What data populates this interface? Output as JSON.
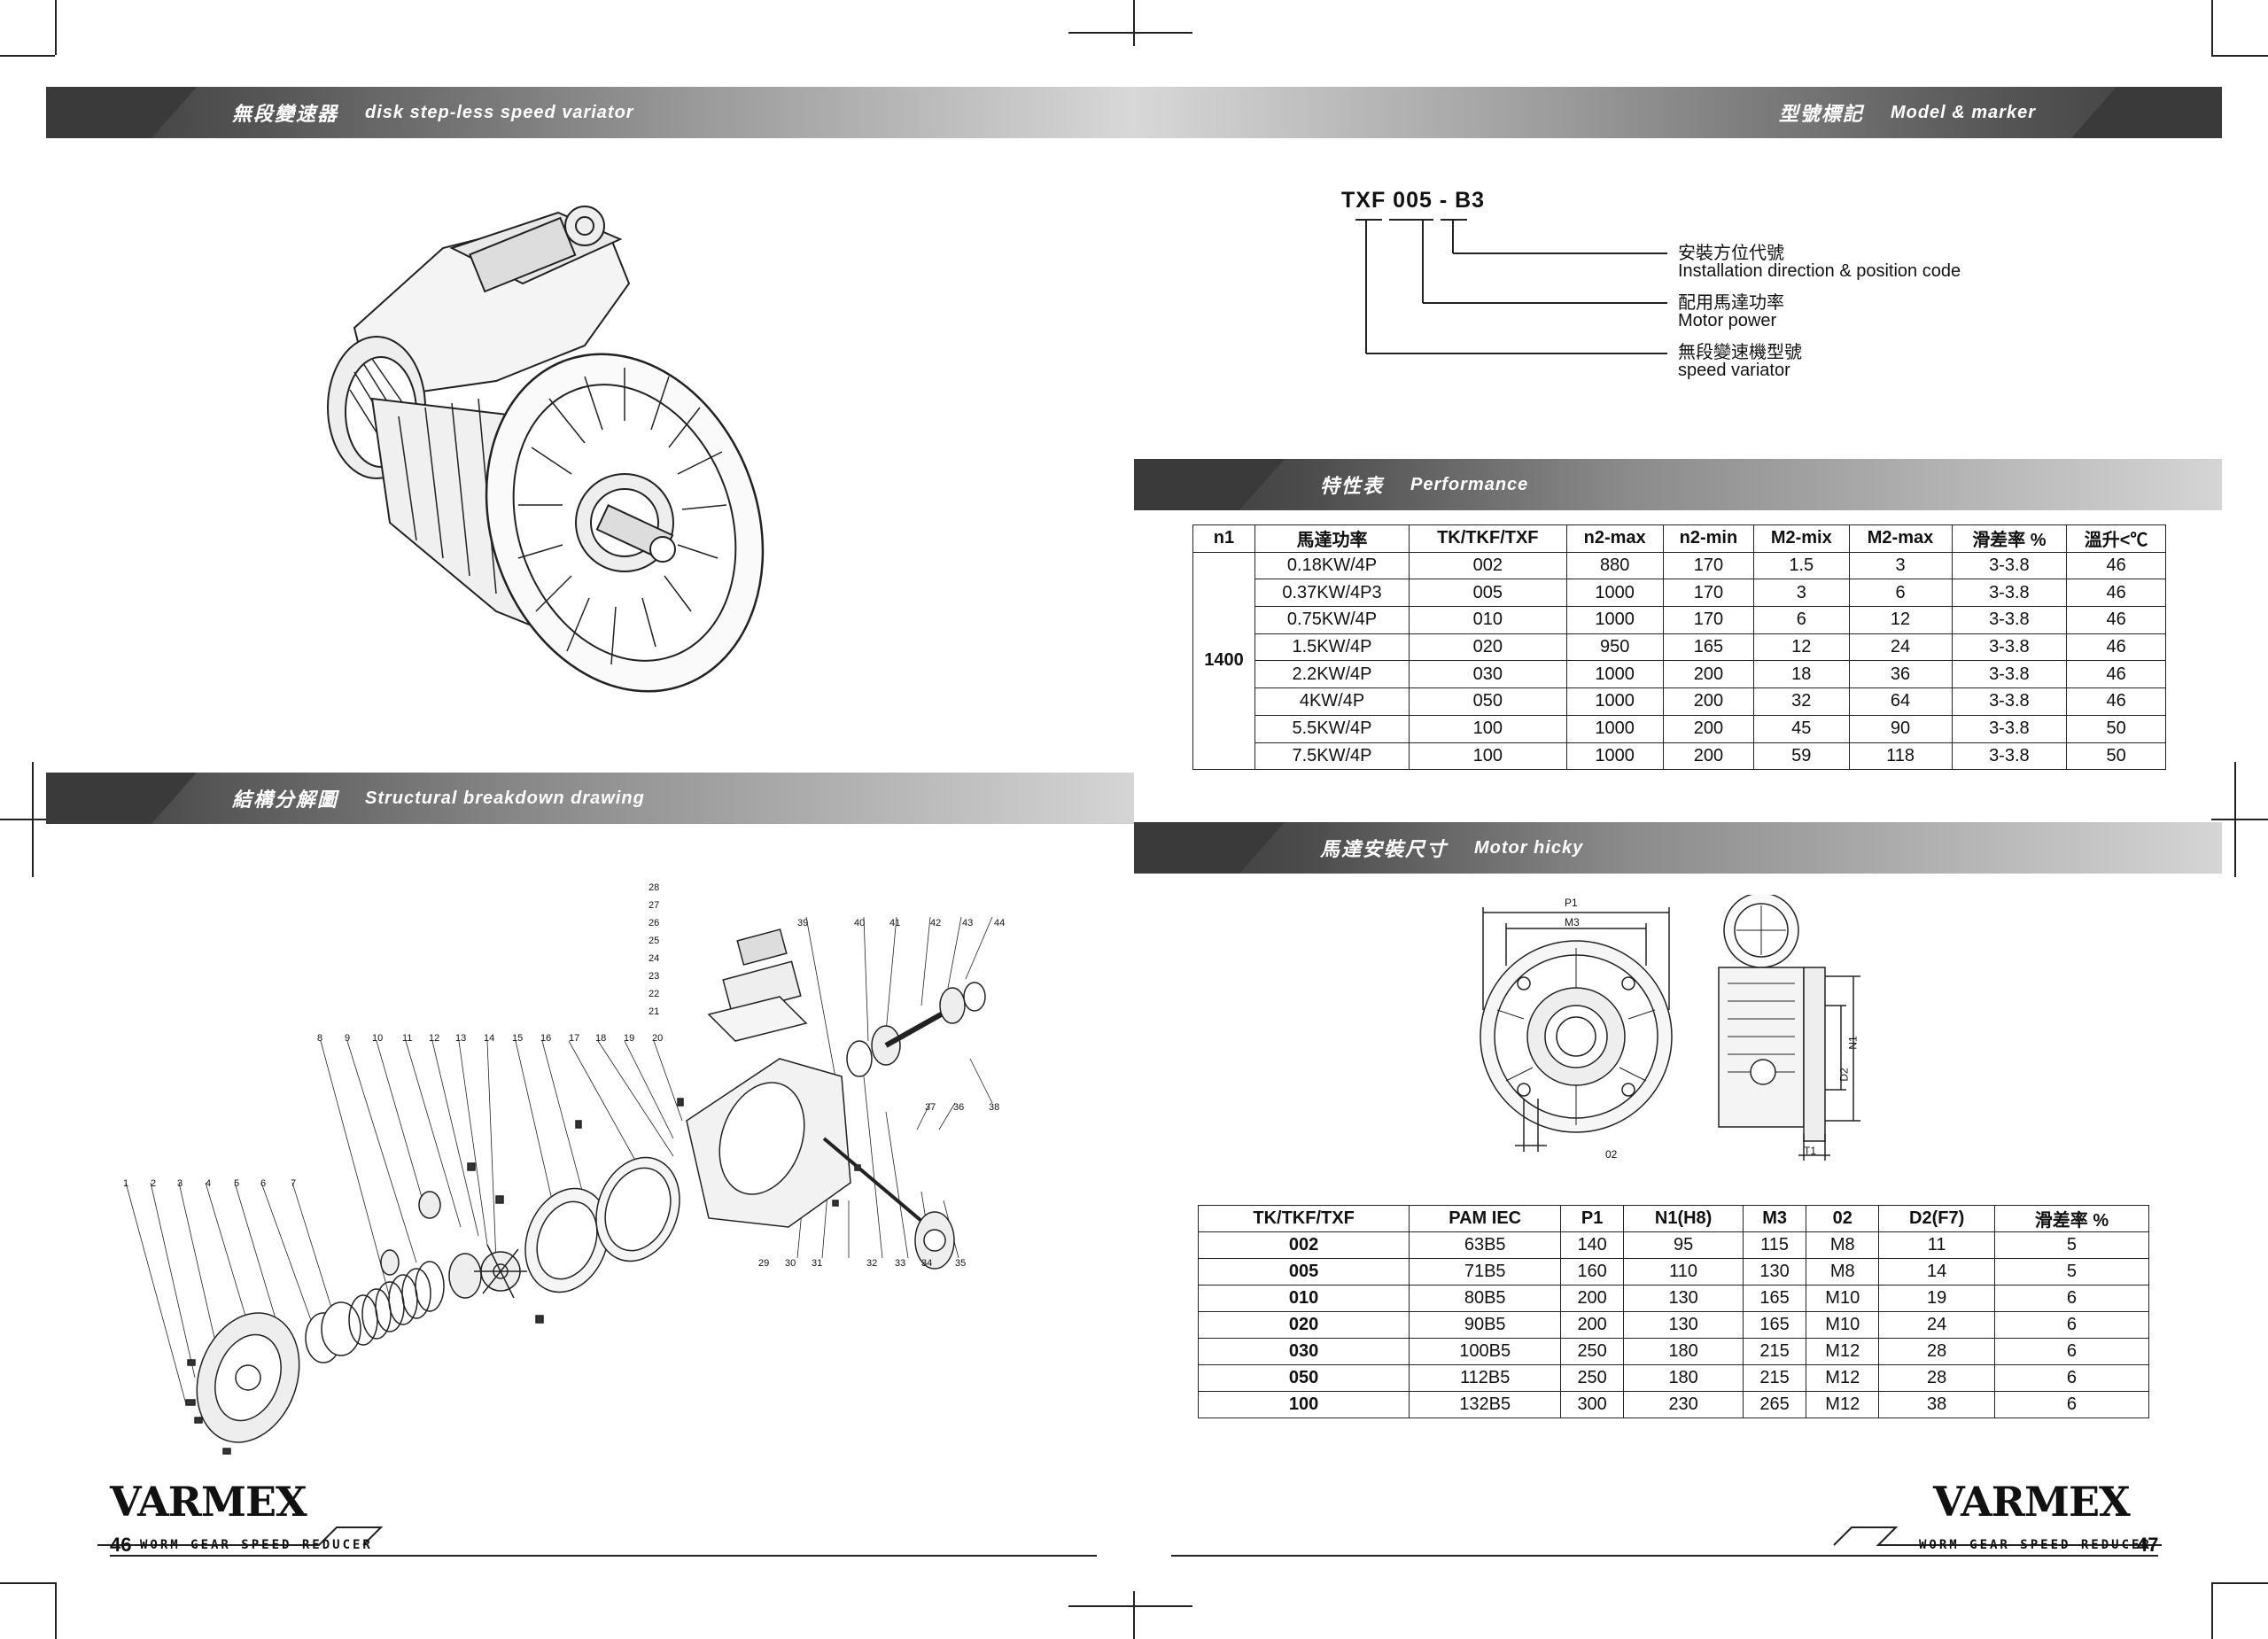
{
  "left_page": {
    "header_top": {
      "cn": "無段變速器",
      "en": "disk step-less speed variator"
    },
    "header_breakdown": {
      "cn": "結構分解圖",
      "en": "Structural breakdown drawing"
    },
    "part_numbers": [
      "1",
      "2",
      "3",
      "4",
      "5",
      "6",
      "7",
      "8",
      "9",
      "10",
      "11",
      "12",
      "13",
      "14",
      "15",
      "16",
      "17",
      "18",
      "19",
      "20",
      "21",
      "22",
      "23",
      "24",
      "25",
      "26",
      "27",
      "28",
      "29",
      "30",
      "31",
      "32",
      "33",
      "34",
      "35",
      "36",
      "37",
      "38",
      "39",
      "40",
      "41",
      "42",
      "43",
      "44"
    ],
    "logo": "VARMEX",
    "page_number": "46",
    "footer_text": "WORM GEAR SPEED REDUCER"
  },
  "right_page": {
    "header_top": {
      "cn": "型號標記",
      "en": "Model & marker"
    },
    "model_code": "TXF 005 - B3",
    "model_labels": [
      {
        "cn": "安裝方位代號",
        "en": "Installation direction & position code"
      },
      {
        "cn": "配用馬達功率",
        "en": "Motor power"
      },
      {
        "cn": "無段變速機型號",
        "en": "speed variator"
      }
    ],
    "header_performance": {
      "cn": "特性表",
      "en": "Performance"
    },
    "performance_table": {
      "headers": [
        "n1",
        "馬達功率",
        "TK/TKF/TXF",
        "n2-max",
        "n2-min",
        "M2-mix",
        "M2-max",
        "滑差率 %",
        "溫升<℃"
      ],
      "n1_value": "1400",
      "rows": [
        [
          "0.18KW/4P",
          "002",
          "880",
          "170",
          "1.5",
          "3",
          "3-3.8",
          "46"
        ],
        [
          "0.37KW/4P3",
          "005",
          "1000",
          "170",
          "3",
          "6",
          "3-3.8",
          "46"
        ],
        [
          "0.75KW/4P",
          "010",
          "1000",
          "170",
          "6",
          "12",
          "3-3.8",
          "46"
        ],
        [
          "1.5KW/4P",
          "020",
          "950",
          "165",
          "12",
          "24",
          "3-3.8",
          "46"
        ],
        [
          "2.2KW/4P",
          "030",
          "1000",
          "200",
          "18",
          "36",
          "3-3.8",
          "46"
        ],
        [
          "4KW/4P",
          "050",
          "1000",
          "200",
          "32",
          "64",
          "3-3.8",
          "46"
        ],
        [
          "5.5KW/4P",
          "100",
          "1000",
          "200",
          "45",
          "90",
          "3-3.8",
          "50"
        ],
        [
          "7.5KW/4P",
          "100",
          "1000",
          "200",
          "59",
          "118",
          "3-3.8",
          "50"
        ]
      ]
    },
    "header_motor": {
      "cn": "馬達安裝尺寸",
      "en": "Motor hicky"
    },
    "dim_labels": {
      "p1": "P1",
      "m3": "M3",
      "o2": "02",
      "n1": "N1",
      "d2": "D2",
      "t1": "T1"
    },
    "motor_table": {
      "headers": [
        "TK/TKF/TXF",
        "PAM IEC",
        "P1",
        "N1(H8)",
        "M3",
        "02",
        "D2(F7)",
        "滑差率 %"
      ],
      "rows": [
        [
          "002",
          "63B5",
          "140",
          "95",
          "115",
          "M8",
          "11",
          "5"
        ],
        [
          "005",
          "71B5",
          "160",
          "110",
          "130",
          "M8",
          "14",
          "5"
        ],
        [
          "010",
          "80B5",
          "200",
          "130",
          "165",
          "M10",
          "19",
          "6"
        ],
        [
          "020",
          "90B5",
          "200",
          "130",
          "165",
          "M10",
          "24",
          "6"
        ],
        [
          "030",
          "100B5",
          "250",
          "180",
          "215",
          "M12",
          "28",
          "6"
        ],
        [
          "050",
          "112B5",
          "250",
          "180",
          "215",
          "M12",
          "28",
          "6"
        ],
        [
          "100",
          "132B5",
          "300",
          "230",
          "265",
          "M12",
          "38",
          "6"
        ]
      ]
    },
    "logo": "VARMEX",
    "page_number": "47",
    "footer_text": "WORM GEAR SPEED REDUCER"
  }
}
